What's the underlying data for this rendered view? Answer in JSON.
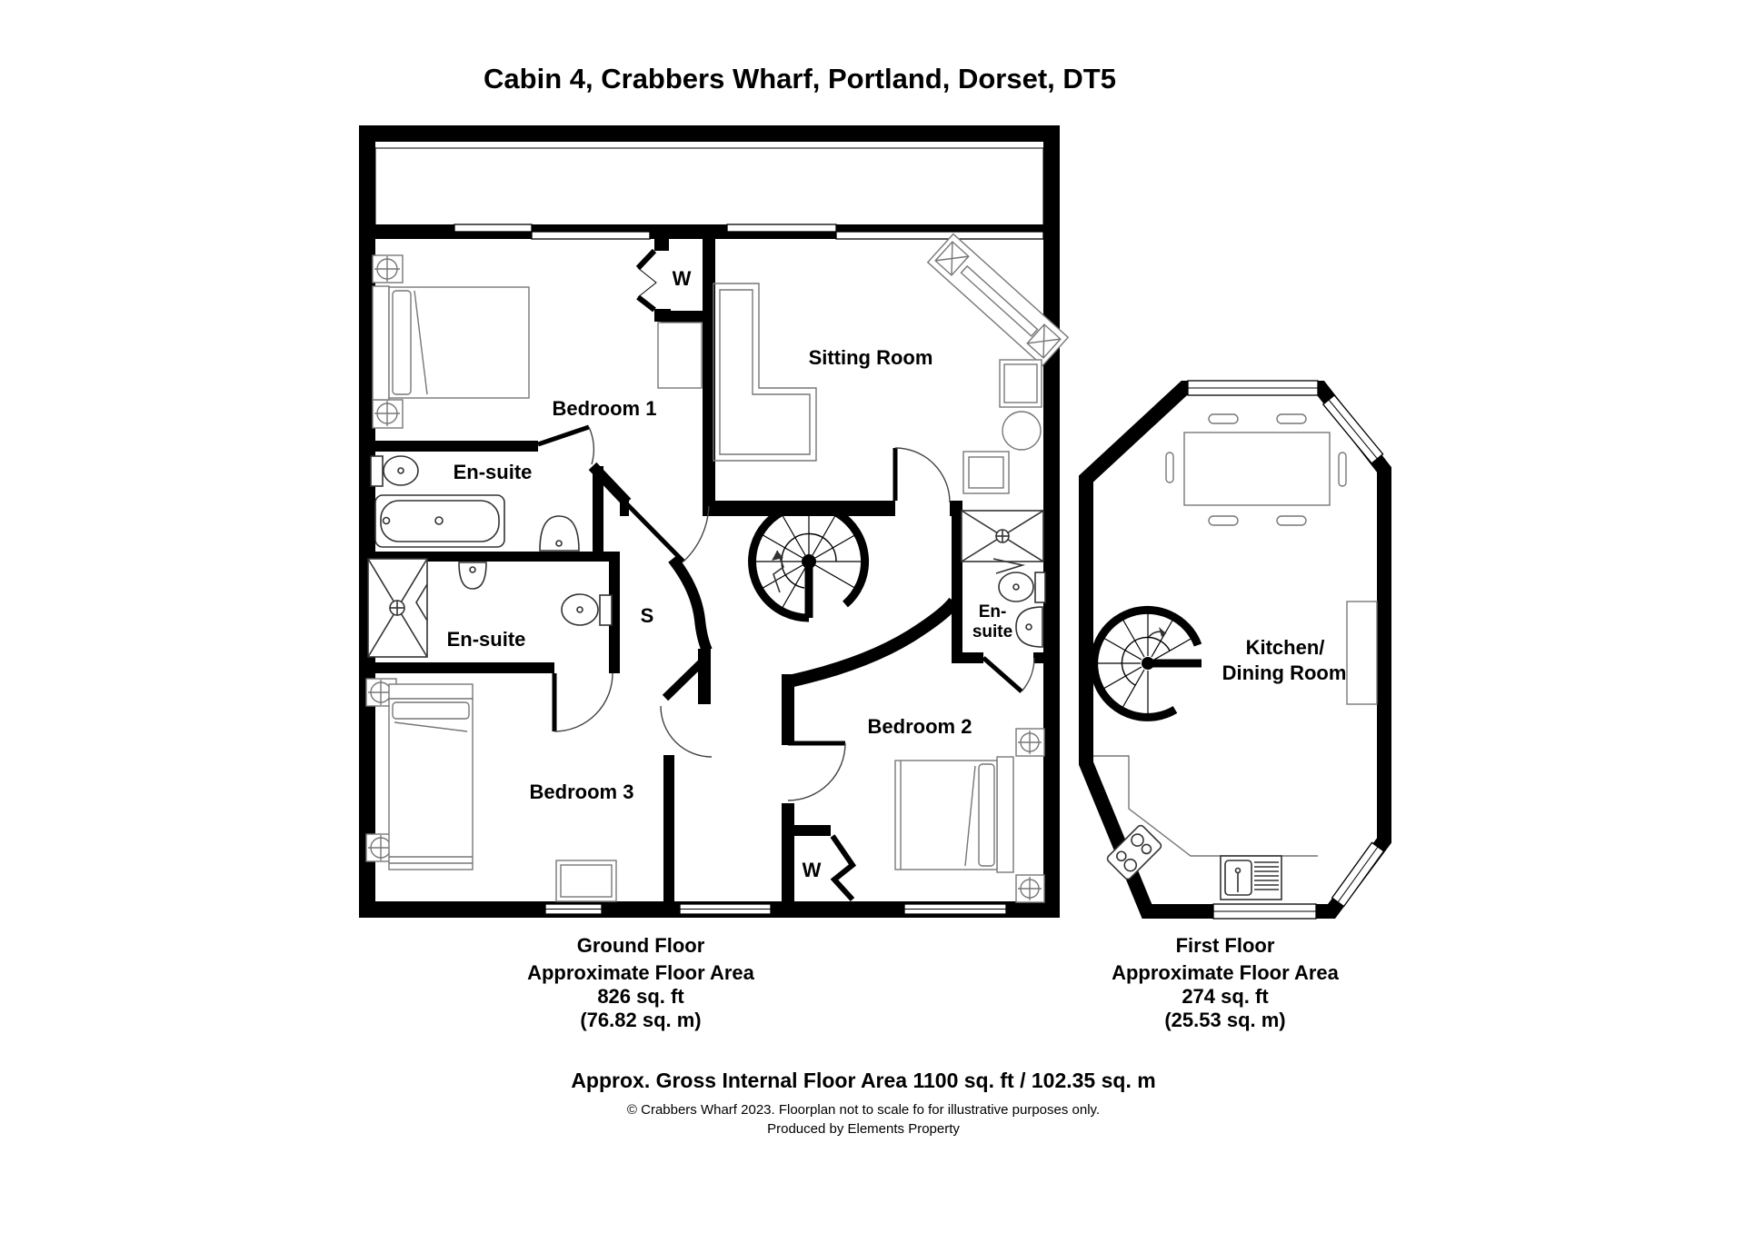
{
  "title": "Cabin 4, Crabbers Wharf, Portland, Dorset, DT5",
  "ground_floor": {
    "rooms": {
      "bedroom1": "Bedroom 1",
      "wardrobe_top": "W",
      "sitting_room": "Sitting Room",
      "ensuite1": "En-suite",
      "ensuite2": "En-suite",
      "storage": "S",
      "ensuite3_line1": "En-",
      "ensuite3_line2": "suite",
      "bedroom3": "Bedroom 3",
      "bedroom2": "Bedroom 2",
      "wardrobe_bottom": "W"
    },
    "caption": {
      "line1": "Ground Floor",
      "line2": "Approximate Floor Area",
      "line3": "826 sq. ft",
      "line4": "(76.82 sq. m)"
    }
  },
  "first_floor": {
    "rooms": {
      "kitchen_line1": "Kitchen/",
      "kitchen_line2": "Dining Room"
    },
    "caption": {
      "line1": "First Floor",
      "line2": "Approximate Floor Area",
      "line3": "274 sq. ft",
      "line4": "(25.53 sq. m)"
    }
  },
  "footer": {
    "gross_area": "Approx. Gross Internal Floor Area 1100 sq. ft / 102.35 sq. m",
    "copyright": "©  Crabbers Wharf 2023. Floorplan not to scale fo for illustrative purposes only.",
    "produced_by": "Produced by Elements Property"
  },
  "colors": {
    "wall": "#000000",
    "background": "#ffffff",
    "furniture": "#777777"
  }
}
